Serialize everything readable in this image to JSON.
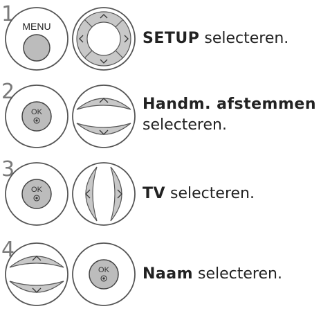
{
  "steps": [
    {
      "number": "1",
      "left_button": {
        "label": "MENU",
        "icon": "menu-button-icon"
      },
      "right_button": {
        "icon": "four-way-navigation-icon"
      },
      "bold": "SETUP",
      "rest": " selecteren."
    },
    {
      "number": "2",
      "left_button": {
        "label": "OK",
        "icon": "ok-button-icon"
      },
      "right_button": {
        "icon": "up-down-navigation-icon"
      },
      "bold": "Handm. afstemmen",
      "rest": "selecteren."
    },
    {
      "number": "3",
      "left_button": {
        "label": "OK",
        "icon": "ok-button-icon"
      },
      "right_button": {
        "icon": "left-right-navigation-icon"
      },
      "bold": "TV",
      "rest": " selecteren."
    },
    {
      "number": "4",
      "left_button": {
        "icon": "up-down-navigation-icon"
      },
      "right_button": {
        "label": "OK",
        "icon": "ok-button-icon"
      },
      "bold": "Naam",
      "rest": " selecteren."
    }
  ]
}
